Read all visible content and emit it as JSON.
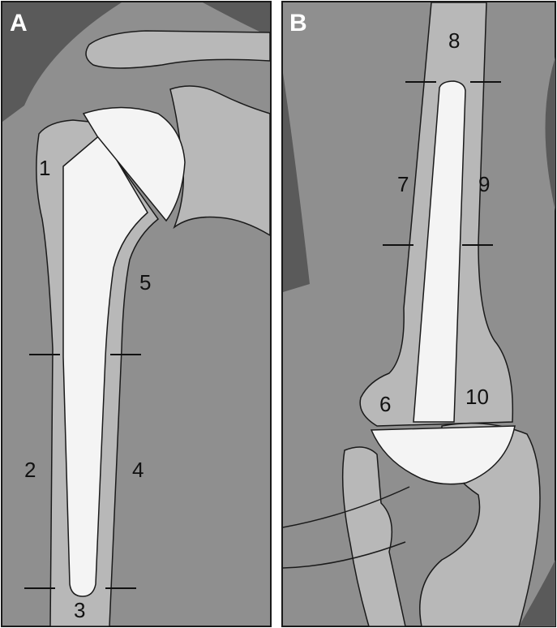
{
  "panels": {
    "a": {
      "letter": "A",
      "zones": [
        "1",
        "2",
        "3",
        "4",
        "5"
      ]
    },
    "b": {
      "letter": "B",
      "zones": [
        "6",
        "7",
        "8",
        "9",
        "10"
      ]
    }
  },
  "colors": {
    "background_dark": "#5a5a5a",
    "soft_tissue": "#8f8f8f",
    "bone": "#b8b8b8",
    "implant": "#f4f4f4",
    "outline": "#1a1a1a",
    "label_text": "#111111",
    "panel_letter": "#ffffff"
  }
}
